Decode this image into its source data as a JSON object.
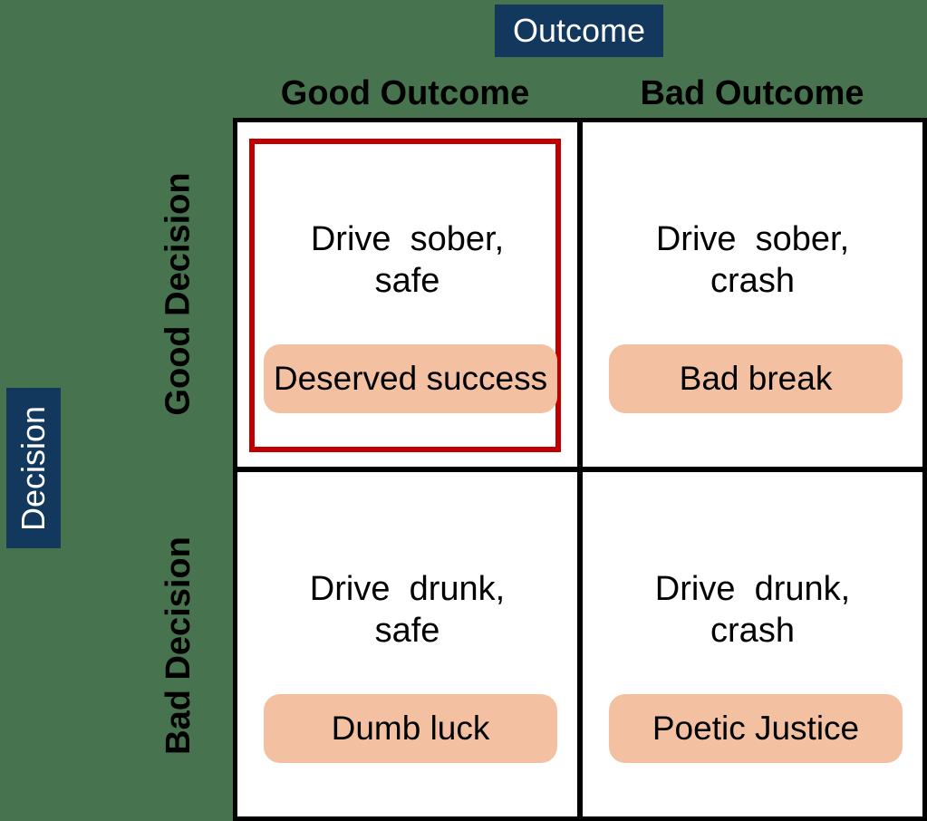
{
  "title": "Decision vs Outcome matrix",
  "colors": {
    "background": "#47734F",
    "axis_label_bg": "#12385E",
    "axis_label_text": "#FFFFFF",
    "grid_line": "#000000",
    "cell_bg": "#FFFFFF",
    "badge_bg": "#F3C0A2",
    "highlight_border": "#C00000",
    "text": "#000000"
  },
  "axis_labels": {
    "outcome": "Outcome",
    "decision": "Decision"
  },
  "column_headers": [
    "Good Outcome",
    "Bad Outcome"
  ],
  "row_headers": [
    "Good Decision",
    "Bad Decision"
  ],
  "cells": [
    {
      "row": "Good Decision",
      "column": "Good Outcome",
      "text": "Drive  sober,\nsafe",
      "badge": "Deserved success",
      "highlighted": true
    },
    {
      "row": "Good Decision",
      "column": "Bad Outcome",
      "text": "Drive  sober,\ncrash",
      "badge": "Bad break",
      "highlighted": false
    },
    {
      "row": "Bad Decision",
      "column": "Good Outcome",
      "text": "Drive  drunk,\nsafe",
      "badge": "Dumb luck",
      "highlighted": false
    },
    {
      "row": "Bad Decision",
      "column": "Bad Outcome",
      "text": "Drive  drunk,\ncrash",
      "badge": "Poetic Justice",
      "highlighted": false
    }
  ]
}
